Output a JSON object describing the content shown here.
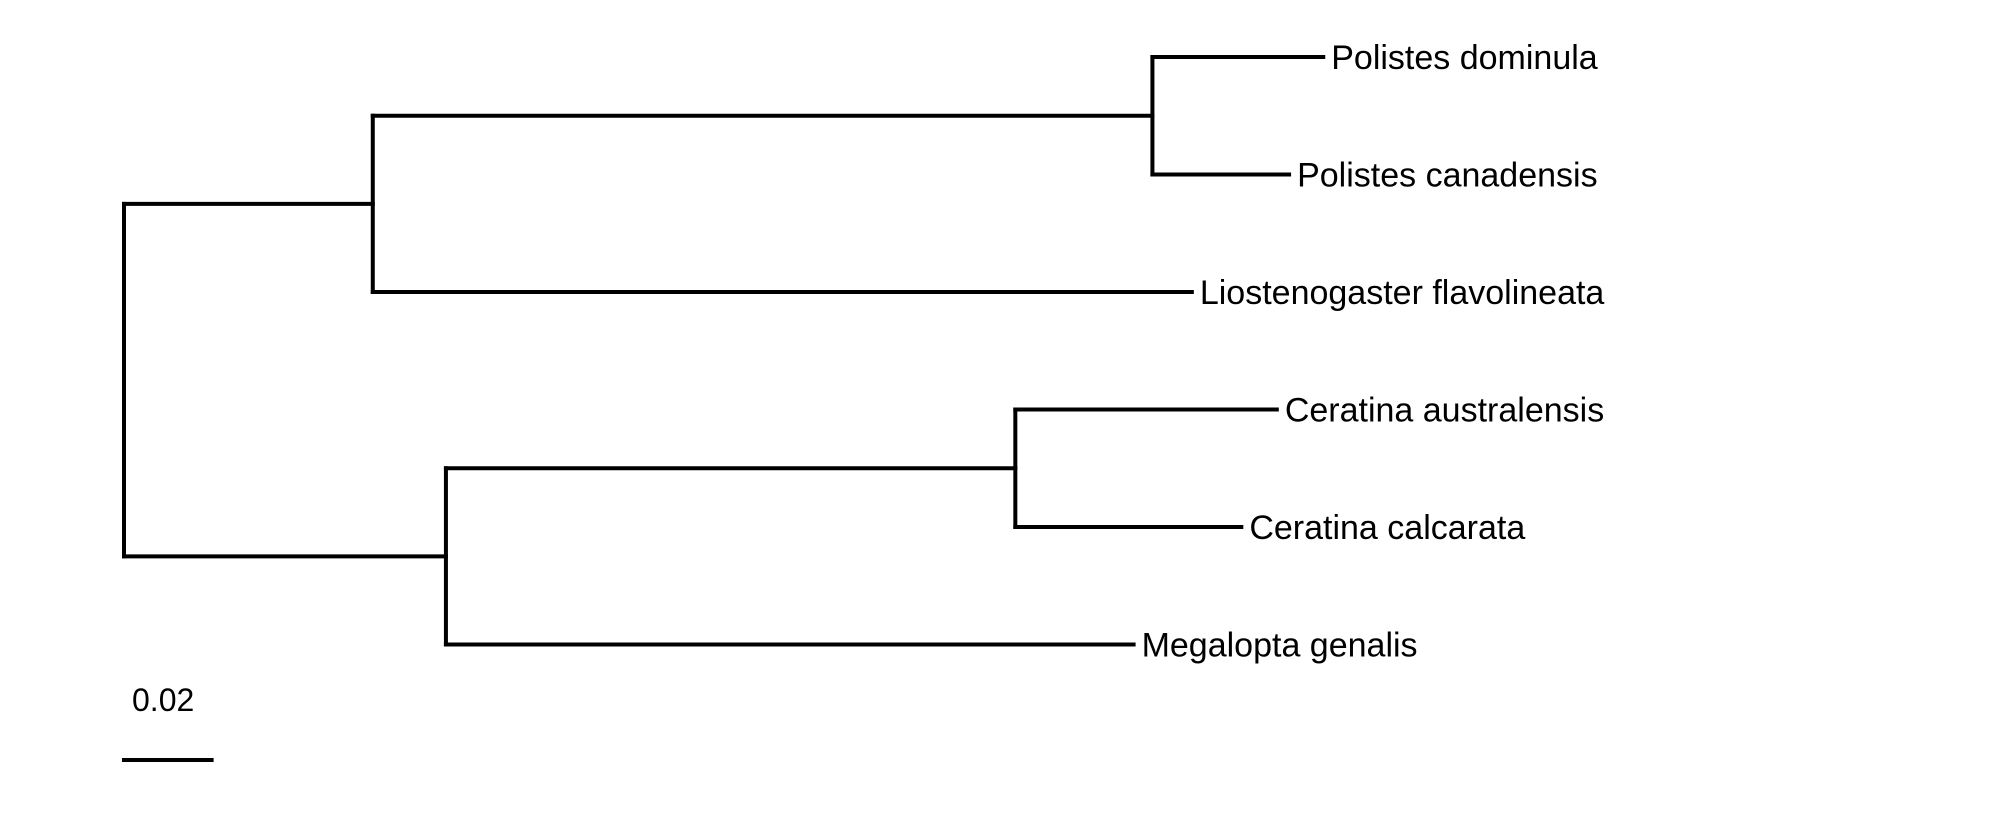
{
  "tree": {
    "type": "phylogram",
    "root": {
      "length": 0,
      "children": [
        {
          "length": 0.0568,
          "children": [
            {
              "length": 0.178,
              "children": [
                {
                  "name": "Polistes dominula",
                  "length": 0.039
                },
                {
                  "name": "Polistes canadensis",
                  "length": 0.0312
                }
              ]
            },
            {
              "name": "Liostenogaster flavolineata",
              "length": 0.187
            }
          ]
        },
        {
          "length": 0.0735,
          "children": [
            {
              "length": 0.13,
              "children": [
                {
                  "name": "Ceratina australensis",
                  "length": 0.0597
                },
                {
                  "name": "Ceratina calcarata",
                  "length": 0.0516
                }
              ]
            },
            {
              "name": "Megalopta genalis",
              "length": 0.157
            }
          ]
        }
      ]
    }
  },
  "scale_bar": {
    "label": "0.02",
    "value": 0.02
  },
  "colors": {
    "line": "#000000",
    "text": "#000000",
    "background": "#ffffff"
  }
}
